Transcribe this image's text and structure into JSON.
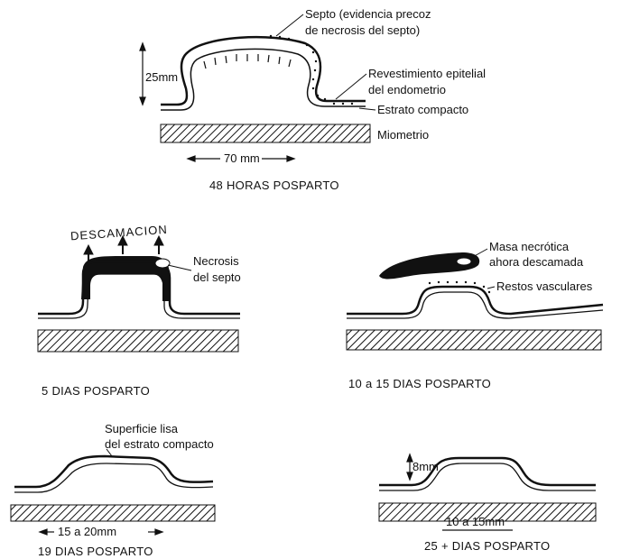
{
  "panels": {
    "p48h": {
      "caption": "48 HORAS POSPARTO",
      "septo": [
        "Septo (evidencia precoz",
        "de necrosis del septo)"
      ],
      "revestimiento": [
        "Revestimiento epitelial",
        "del endometrio"
      ],
      "estrato": "Estrato compacto",
      "miometrio": "Miometrio",
      "height": "25mm",
      "width": "70 mm"
    },
    "p5d": {
      "caption": "5 DIAS POSPARTO",
      "descamacion": "DESCAMACION",
      "necrosis": [
        "Necrosis",
        "del septo"
      ]
    },
    "p10d": {
      "caption": "10 a 15 DIAS POSPARTO",
      "masa": [
        "Masa necrótica",
        "ahora descamada"
      ],
      "restos": "Restos vasculares"
    },
    "p19d": {
      "caption": "19 DIAS POSPARTO",
      "superficie": [
        "Superficie lisa",
        "del estrato compacto"
      ],
      "width": "15 a 20mm"
    },
    "p25d": {
      "caption": "25 + DIAS POSPARTO",
      "height": "8mm",
      "width": "10 a 15mm"
    }
  }
}
